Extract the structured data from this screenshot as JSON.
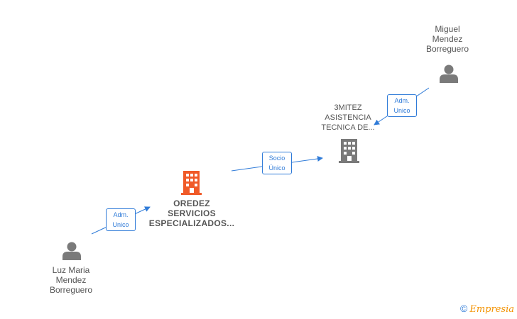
{
  "colors": {
    "edge": "#2f7bd8",
    "person": "#7a7a7a",
    "company_main": "#f05a28",
    "company_other": "#7a7a7a"
  },
  "nodes": {
    "miguel": {
      "lines": [
        "Miguel",
        "Mendez",
        "Borreguero"
      ],
      "icon": "person-icon"
    },
    "luz": {
      "lines": [
        "Luz Maria",
        "Mendez",
        "Borreguero"
      ],
      "icon": "person-icon"
    },
    "oredez": {
      "lines": [
        "OREDEZ",
        "SERVICIOS",
        "ESPECIALIZADOS..."
      ],
      "icon": "building-icon"
    },
    "mitez": {
      "lines": [
        "3MITEZ",
        "ASISTENCIA",
        "TECNICA DE..."
      ],
      "icon": "building-icon"
    }
  },
  "edges": {
    "luz_oredez": {
      "lines": [
        "Adm.",
        "Unico"
      ]
    },
    "oredez_mitez": {
      "lines": [
        "Socio",
        "Único"
      ]
    },
    "miguel_mitez": {
      "lines": [
        "Adm.",
        "Unico"
      ]
    }
  },
  "watermark": {
    "copyright": "©",
    "brand": "Empresia"
  }
}
